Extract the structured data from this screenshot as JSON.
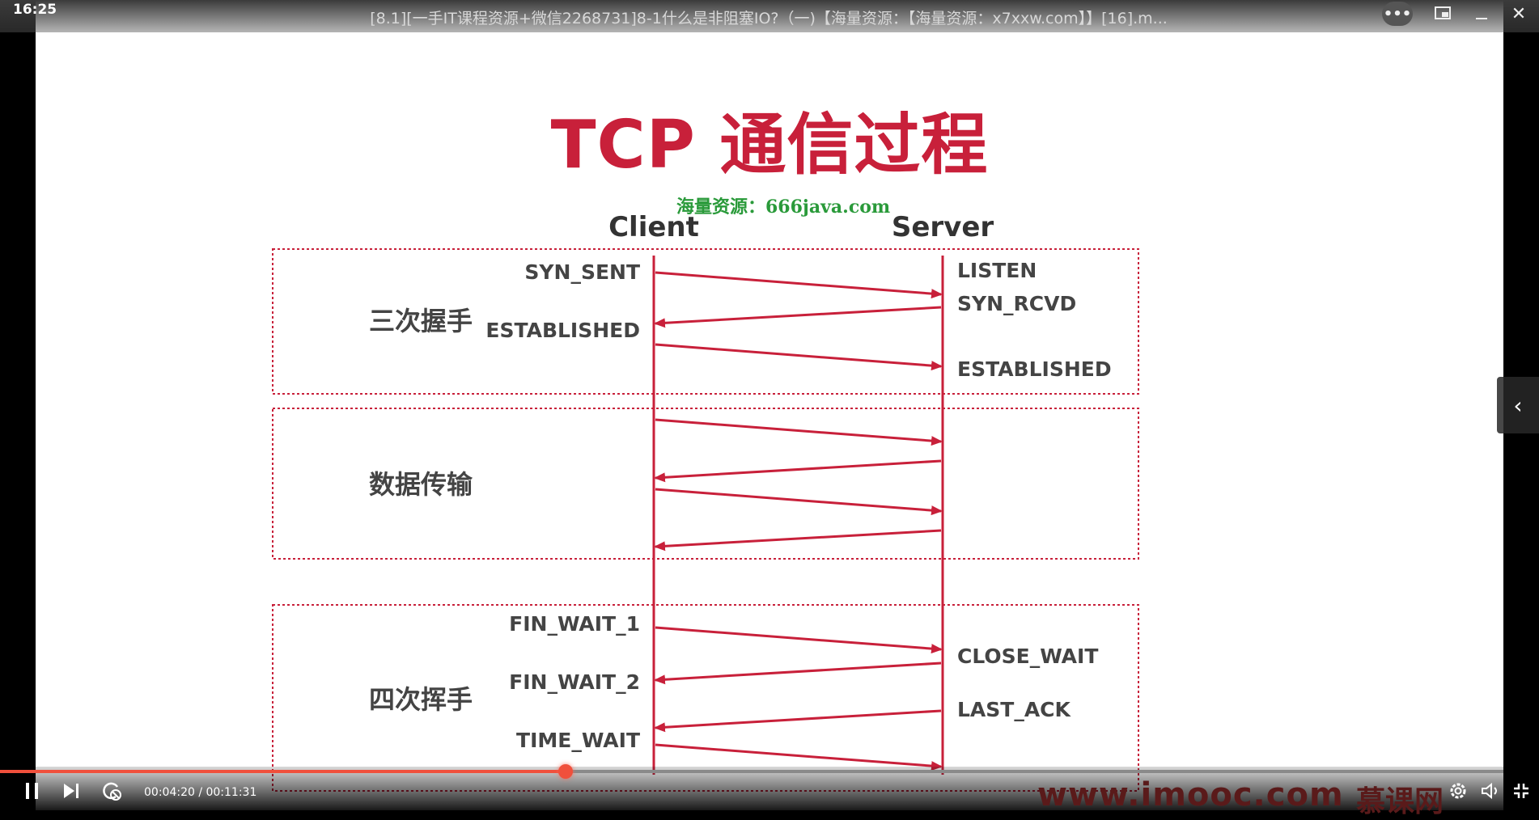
{
  "system": {
    "clock": "16:25"
  },
  "window": {
    "title": "[8.1][一手IT课程资源+微信2268731]8-1什么是非阻塞IO?（一)【海量资源：【海量资源：x7xxw.com】】[16].m...",
    "more_icon": "more-icon",
    "pip_icon": "pip-icon",
    "minimize_icon": "minimize-icon",
    "close_icon": "close-icon"
  },
  "slide": {
    "title": "TCP 通信过程",
    "watermark": "海量资源：666java.com",
    "client_label": "Client",
    "server_label": "Server",
    "sections": [
      {
        "label": "三次握手"
      },
      {
        "label": "数据传输"
      },
      {
        "label": "四次挥手"
      }
    ],
    "client_states": [
      "SYN_SENT",
      "ESTABLISHED",
      "FIN_WAIT_1",
      "FIN_WAIT_2",
      "TIME_WAIT"
    ],
    "server_states": [
      "LISTEN",
      "SYN_RCVD",
      "ESTABLISHED",
      "CLOSE_WAIT",
      "LAST_ACK"
    ],
    "accent_color": "#c8203a"
  },
  "player": {
    "time_display": "00:04:20 / 00:11:31",
    "progress": 0.376,
    "brand_text": "www.imooc.com",
    "brand_text_2": "慕课网",
    "controls": [
      "pause-icon",
      "next-icon",
      "loop-icon",
      "settings-icon",
      "volume-icon",
      "fullscreen-exit-icon"
    ]
  }
}
